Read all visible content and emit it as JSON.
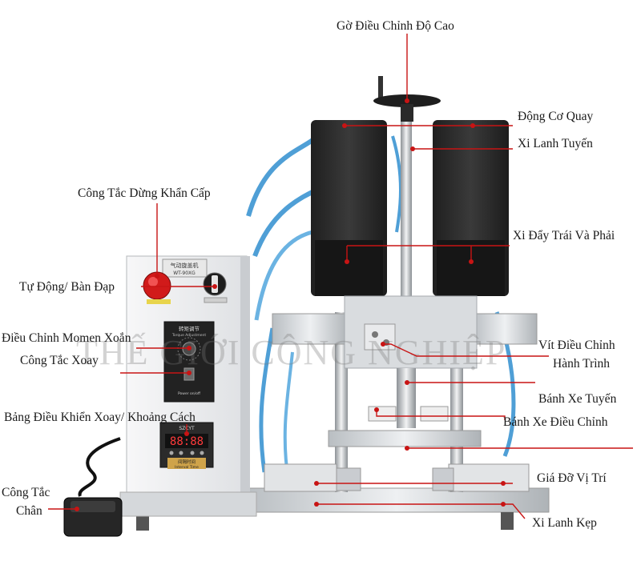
{
  "labels": {
    "height_wheel": "Gờ Điều Chỉnh Độ Cao",
    "rotary_motor": "Động Cơ Quay",
    "linear_cylinder": "Xi Lanh Tuyến",
    "emergency_stop": "Công Tắc Dừng Khẩn Cấp",
    "push_left_right": "Xi Đẩy Trái Và Phải",
    "auto_pedal": "Tự Động/ Bàn Đạp",
    "torque_adjust": "Điều Chỉnh Momen Xoắn",
    "rotary_switch": "Công Tắc Xoay",
    "stroke_screw_l1": "Vít Điều Chỉnh",
    "stroke_screw_l2": "Hành Trình",
    "linear_wheel": "Bánh Xe Tuyến",
    "adjust_wheel": "Bánh Xe Điều Chỉnh",
    "control_panel": "Bảng Điều Khiển Xoay/ Khoảng Cách",
    "position_holder": "Giá Đỡ Vị Trí",
    "foot_switch_l1": "Công Tắc",
    "foot_switch_l2": "Chân",
    "clamp_cylinder": "Xi Lanh Kẹp"
  },
  "machine": {
    "plate_title": "气动旋盖机",
    "plate_model": "WT-90XG",
    "knob_title": "转矩调节",
    "knob_sub": "Torque Adjustment",
    "power_label": "Power on/off",
    "timer_brand": "SZCYT",
    "timer_value": "88:88",
    "timer_title": "间隔时间",
    "timer_sub": "Interval Time"
  },
  "watermark": "THẾ GIỚI CÔNG NGHIỆP",
  "colors": {
    "callout": "#c81414",
    "metal": "#cfd3d6",
    "motor": "#2b2b2b",
    "hose": "#4f9fd6"
  }
}
